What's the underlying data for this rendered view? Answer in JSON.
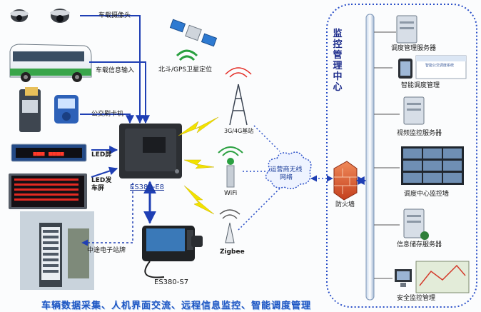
{
  "labels": {
    "camera": "车载摄像头",
    "bus_info": "车载信息输入",
    "card_reader": "公交刷卡机",
    "led_screen": "LED屏",
    "led_stop_screen": "LED发\n车屏",
    "e_station": "中途电子站牌",
    "gps": "北斗/GPS卫星定位",
    "base_3g4g": "3G/4G基站",
    "wifi": "WiFi",
    "zigbee": "Zigbee",
    "cloud": "运营商无线\n网络",
    "firewall": "防火墙",
    "main_device": "ES380-E8",
    "terminal": "ES380-S7",
    "center_title": "监控管理中心"
  },
  "center_items": [
    {
      "label": "调度管理服务器"
    },
    {
      "label": "智能调度管理"
    },
    {
      "label": "视频监控服务器"
    },
    {
      "label": "调度中心监控墙"
    },
    {
      "label": "信息储存服务器"
    },
    {
      "label": "安全监控管理"
    }
  ],
  "screen_text": {
    "app_title": "智能公交调度系统"
  },
  "footer": "车辆数据采集、人机界面交流、远程信息监控、智能调度管理",
  "colors": {
    "arrow_blue": "#1f3fb4",
    "dotted_blue": "#2a4fc8",
    "bolt_yellow": "#f2e200",
    "footer_blue": "#1f57c3",
    "cloud_fill": "#eef3ff"
  }
}
